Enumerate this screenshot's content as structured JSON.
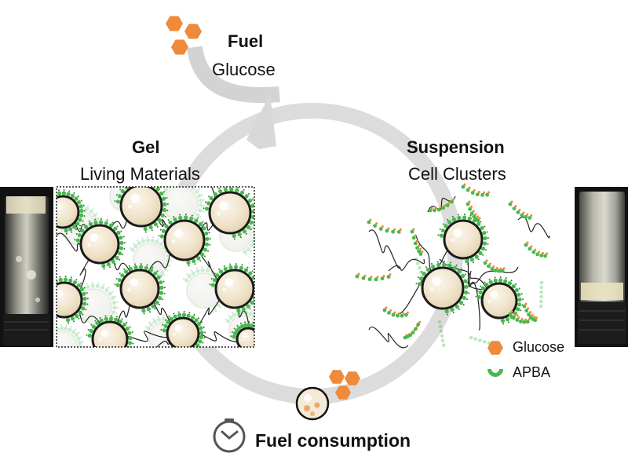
{
  "fuel": {
    "title": "Fuel",
    "subtitle": "Glucose"
  },
  "gel": {
    "title": "Gel",
    "subtitle": "Living Materials"
  },
  "suspension": {
    "title": "Suspension",
    "subtitle": "Cell Clusters"
  },
  "consumption": {
    "label": "Fuel consumption"
  },
  "legend": {
    "glucose": "Glucose",
    "apba": "APBA"
  },
  "colors": {
    "glucose": "#ee8a3a",
    "apba": "#47b94c",
    "cell_fill": "#efe3cc",
    "cycle_arrow": "#d9d9d9",
    "polymer": "#222222"
  },
  "icons": {
    "fuel": "glucose-hexagon-icon",
    "consumption": "clock-icon"
  }
}
